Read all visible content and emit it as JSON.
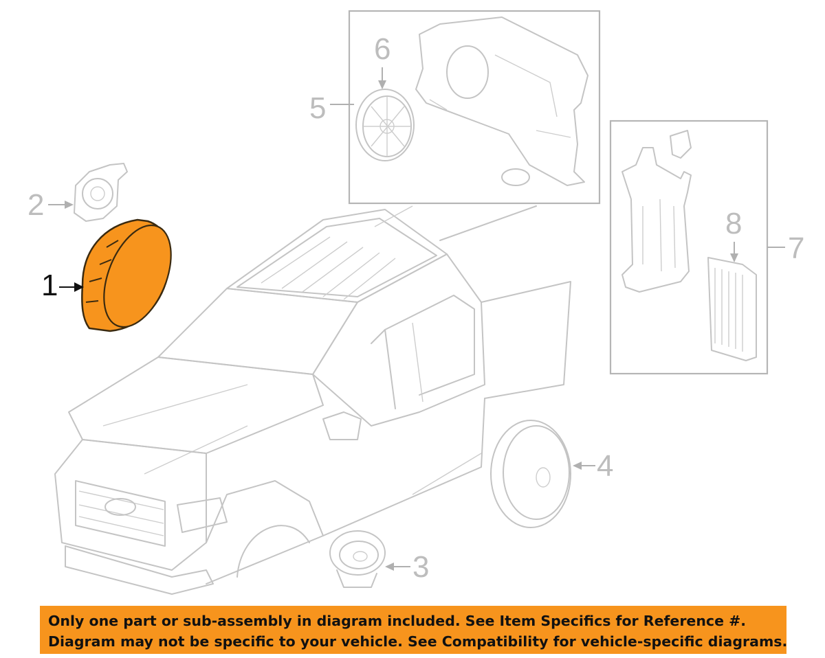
{
  "diagram": {
    "callouts": [
      {
        "id": "1",
        "label": "1",
        "highlighted": true
      },
      {
        "id": "2",
        "label": "2",
        "highlighted": false
      },
      {
        "id": "3",
        "label": "3",
        "highlighted": false
      },
      {
        "id": "4",
        "label": "4",
        "highlighted": false
      },
      {
        "id": "5",
        "label": "5",
        "highlighted": false
      },
      {
        "id": "6",
        "label": "6",
        "highlighted": false
      },
      {
        "id": "7",
        "label": "7",
        "highlighted": false
      },
      {
        "id": "8",
        "label": "8",
        "highlighted": false
      }
    ],
    "highlight_color": "#f7941d",
    "line_color": "#c4c4c4"
  },
  "banner": {
    "line1": "Only one part or sub-assembly in diagram included. See Item Specifics for Reference #.",
    "line2": "Diagram may not be specific to your vehicle. See Compatibility for vehicle-specific diagrams.",
    "background": "#f7941d"
  }
}
